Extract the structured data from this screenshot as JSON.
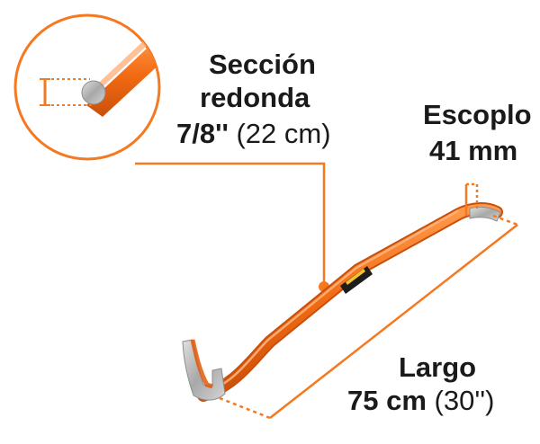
{
  "section": {
    "line1": "Sección",
    "line2": "redonda",
    "size_bold": "7/8''",
    "size_paren": "(22 cm)"
  },
  "chisel": {
    "line1": "Escoplo",
    "line2": "41 mm"
  },
  "length": {
    "line1": "Largo",
    "size_bold": "75 cm",
    "size_paren": "(30'')"
  },
  "colors": {
    "accent": "#f47920",
    "bar": "#f26a13",
    "metal": "#bdbdbd",
    "text": "#1a1a1a"
  }
}
